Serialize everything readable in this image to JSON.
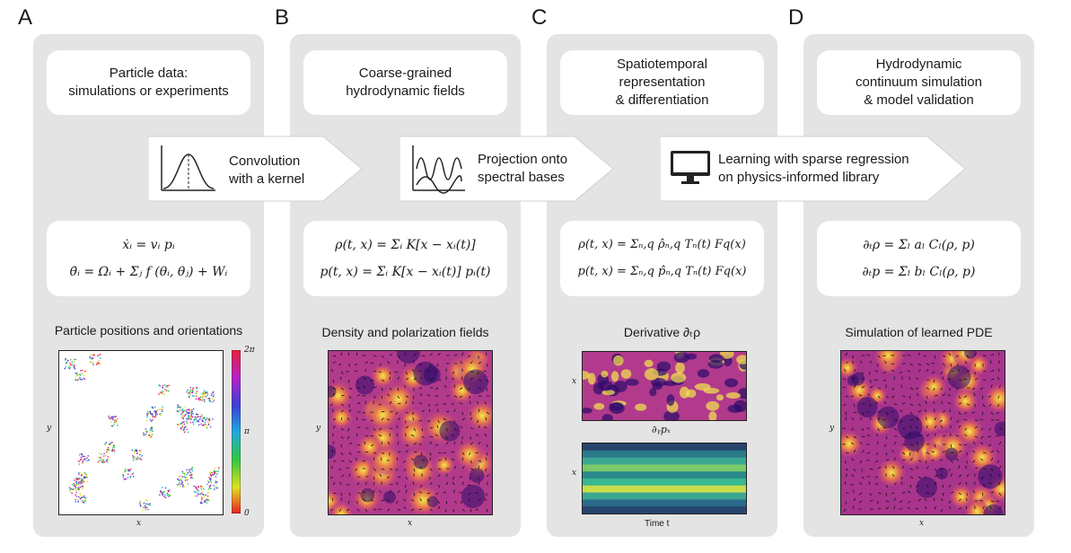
{
  "panels": [
    {
      "letter": "A",
      "title": "Particle data:\nsimulations or experiments",
      "equations": [
        "ẋᵢ = vᵢ pᵢ",
        "θ̇ᵢ = Ωᵢ + Σⱼ f (θᵢ, θⱼ) + Wᵢ"
      ],
      "subtitle": "Particle positions and orientations",
      "colorbar_ticks": [
        "2π",
        "π",
        "0"
      ],
      "axis_x": "x",
      "axis_y": "y"
    },
    {
      "letter": "B",
      "title": "Coarse-grained\nhydrodynamic fields",
      "equations": [
        "ρ(t, x) = Σᵢ K[x − xᵢ(t)]",
        "p(t, x) = Σᵢ K[x − xᵢ(t)] pᵢ(t)"
      ],
      "subtitle": "Density and polarization fields",
      "axis_x": "x",
      "axis_y": "y"
    },
    {
      "letter": "C",
      "title": "Spatiotemporal\nrepresentation\n& differentiation",
      "equations": [
        "ρ(t, x) = Σₙ,q ρ̂ₙ,q Tₙ(t) Fq(x)",
        "p(t, x) = Σₙ,q p̂ₙ,q Tₙ(t) Fq(x)"
      ],
      "subtitle": "Derivative ∂ₜρ",
      "mid_label": "∂ᵧpₓ",
      "axis_x_label": "Time t",
      "axis_y": "x"
    },
    {
      "letter": "D",
      "title": "Hydrodynamic\ncontinuum simulation\n& model validation",
      "equations": [
        "∂ₜρ = Σₗ aₗ Cₗ(ρ, p)",
        "∂ₜp = Σₗ bₗ Cₗ(ρ, p)"
      ],
      "subtitle": "Simulation of learned PDE",
      "axis_x": "x",
      "axis_y": "y"
    }
  ],
  "arrows": [
    {
      "text": "Convolution\nwith a kernel",
      "icon": "gaussian-kernel-icon"
    },
    {
      "text": "Projection onto\nspectral bases",
      "icon": "spectral-waves-icon"
    },
    {
      "text": "Learning with sparse regression\non physics-informed library",
      "icon": "monitor-icon"
    }
  ],
  "colors": {
    "panel_bg": "#e4e4e4",
    "card_bg": "#ffffff",
    "heatmap_low": "#2b0b6b",
    "heatmap_mid": "#c8477a",
    "heatmap_high": "#f3e84a",
    "viridis_low": "#2a4a7a",
    "viridis_high": "#d8e23a"
  }
}
